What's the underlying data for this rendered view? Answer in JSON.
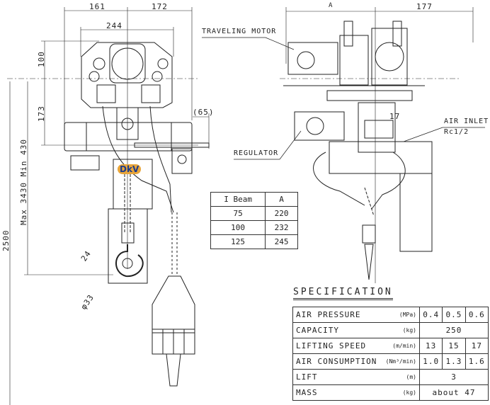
{
  "dimensions": {
    "d161": "161",
    "d172": "172",
    "d244": "244",
    "d100": "100",
    "d173": "173",
    "d65": "(65)",
    "dA": "A",
    "d177": "177",
    "d17": "17",
    "d24": "24",
    "d33": "φ33",
    "d2500": "2500",
    "dmax": "Max 3430 Min 430"
  },
  "callouts": {
    "traveling_motor": "TRAVELING MOTOR",
    "regulator": "REGULATOR",
    "air_inlet": "AIR INLET",
    "air_inlet_thread": "Rc1/2"
  },
  "logo": "DkV",
  "ibeam_table": {
    "headers": [
      "I Beam",
      "A"
    ],
    "rows": [
      [
        "75",
        "220"
      ],
      [
        "100",
        "232"
      ],
      [
        "125",
        "245"
      ]
    ]
  },
  "spec": {
    "title": "SPECIFICATION",
    "rows": [
      {
        "label": "AIR PRESSURE",
        "unit": "(MPa)",
        "values": [
          "0.4",
          "0.5",
          "0.6"
        ]
      },
      {
        "label": "CAPACITY",
        "unit": "(kg)",
        "value": "250"
      },
      {
        "label": "LIFTING SPEED",
        "unit": "(m/min)",
        "values": [
          "13",
          "15",
          "17"
        ]
      },
      {
        "label": "AIR CONSUMPTION",
        "unit": "(Nm³/min)",
        "values": [
          "1.0",
          "1.3",
          "1.6"
        ]
      },
      {
        "label": "LIFT",
        "unit": "(m)",
        "value": "3"
      },
      {
        "label": "MASS",
        "unit": "(kg)",
        "value": "about 47"
      }
    ]
  }
}
